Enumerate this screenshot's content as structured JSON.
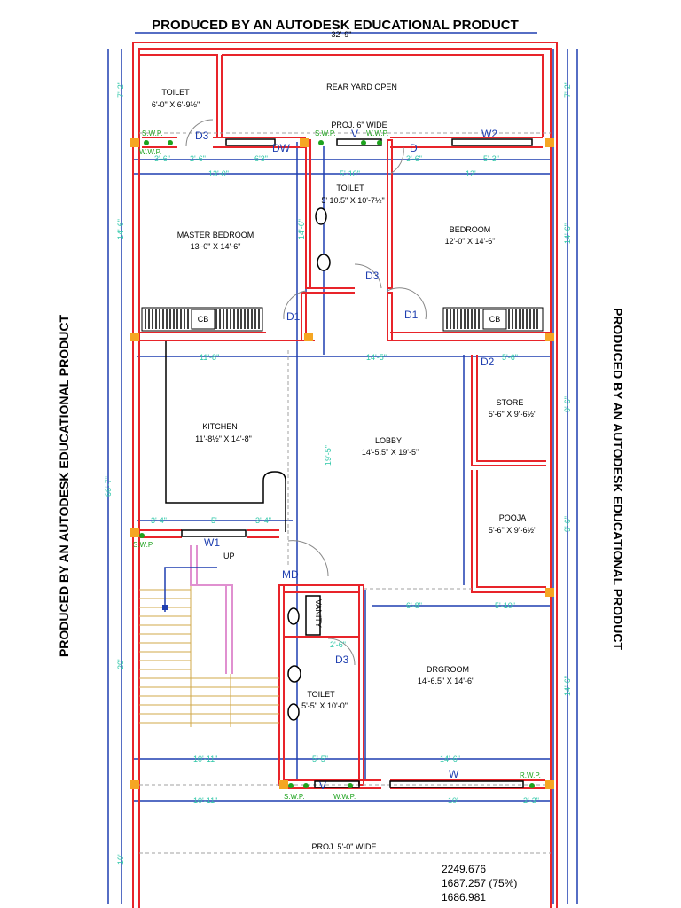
{
  "watermark": "PRODUCED BY AN AUTODESK EDUCATIONAL PRODUCT",
  "top_dim": "32'-9\"",
  "rooms": {
    "toilet_tl_name": "TOILET",
    "toilet_tl_size": "6'-0\" X 6'-9½\"",
    "rear_yard": "REAR YARD OPEN",
    "proj_top": "PROJ. 6\" WIDE",
    "toilet_mid_name": "TOILET",
    "toilet_mid_size": "5' 10.5\" X 10'-7½\"",
    "master_name": "MASTER BEDROOM",
    "master_size": "13'-0\" X 14'-6\"",
    "bedroom_name": "BEDROOM",
    "bedroom_size": "12'-0\" X 14'-6\"",
    "kitchen_name": "KITCHEN",
    "kitchen_size": "11'-8½\" X 14'-8\"",
    "lobby_name": "LOBBY",
    "lobby_size": "14'-5.5\" X 19'-5\"",
    "store_name": "STORE",
    "store_size": "5'-6\" X 9'-6½\"",
    "pooja_name": "POOJA",
    "pooja_size": "5'-6\" X 9'-6½\"",
    "drgroom_name": "DRGROOM",
    "drgroom_size": "14'-6.5\" X 14'-6\"",
    "toilet_bot_name": "TOILET",
    "toilet_bot_size": "5'-5\" X 10'-0\"",
    "vanity": "VANITY",
    "proj_bottom": "PROJ. 5'-0\" WIDE",
    "up": "UP"
  },
  "labels": {
    "d3_a": "D3",
    "dw": "DW",
    "v_top": "V",
    "d_top": "D",
    "w2": "W2",
    "d3_b": "D3",
    "d1_a": "D1",
    "d1_b": "D1",
    "cb_a": "CB",
    "cb_b": "CB",
    "d2": "D2",
    "w1": "W1",
    "md": "MD",
    "d3_c": "D3",
    "w_bot": "W",
    "v_bot": "V",
    "swp_a": "S.W.P.",
    "wwp_a": "W.W.P.",
    "swp_b": "S.W.P.",
    "wwp_b": "W.W.P.",
    "swp_c": "S.W.P.",
    "rwp": "R.W.P.",
    "swp_d": "S.W.P.",
    "wwp_d": "W.W.P."
  },
  "dims": {
    "d1": "3'-6\"",
    "d2": "2'-6\"",
    "d3": "6'3\"",
    "d4": "3'-6\"",
    "d5": "5'-3\"",
    "d6": "13'-0\"",
    "d7": "5'-10\"",
    "d8": "12'",
    "d9": "11'-8\"",
    "d10": "14'-5\"",
    "d11": "5'-6\"",
    "d12": "3'-4\"",
    "d13": "5'",
    "d14": "3'-4\"",
    "d15": "6'-8\"",
    "d16": "5'-10\"",
    "d17": "2'-6\"",
    "d18": "10'-11\"",
    "d19": "5'-5\"",
    "d20": "14'-6\"",
    "d21": "10'-11\"",
    "d22": "10'",
    "d23": "2'-3\"",
    "d24": "14'-6\"",
    "d25": "14'-6\"",
    "d26": "9'-6\"",
    "d27": "66'-7\"",
    "d28": "20'",
    "d29": "19'-5\"",
    "d30": "14'-6\"",
    "d31": "7'-2\"",
    "d32": "7'-2\"",
    "d33": "10'",
    "d34": "14'-6\"",
    "d35": "9'-6\""
  },
  "readout": {
    "line1": "2249.676",
    "line2": "1687.257 (75%)",
    "line3": "1686.981"
  }
}
